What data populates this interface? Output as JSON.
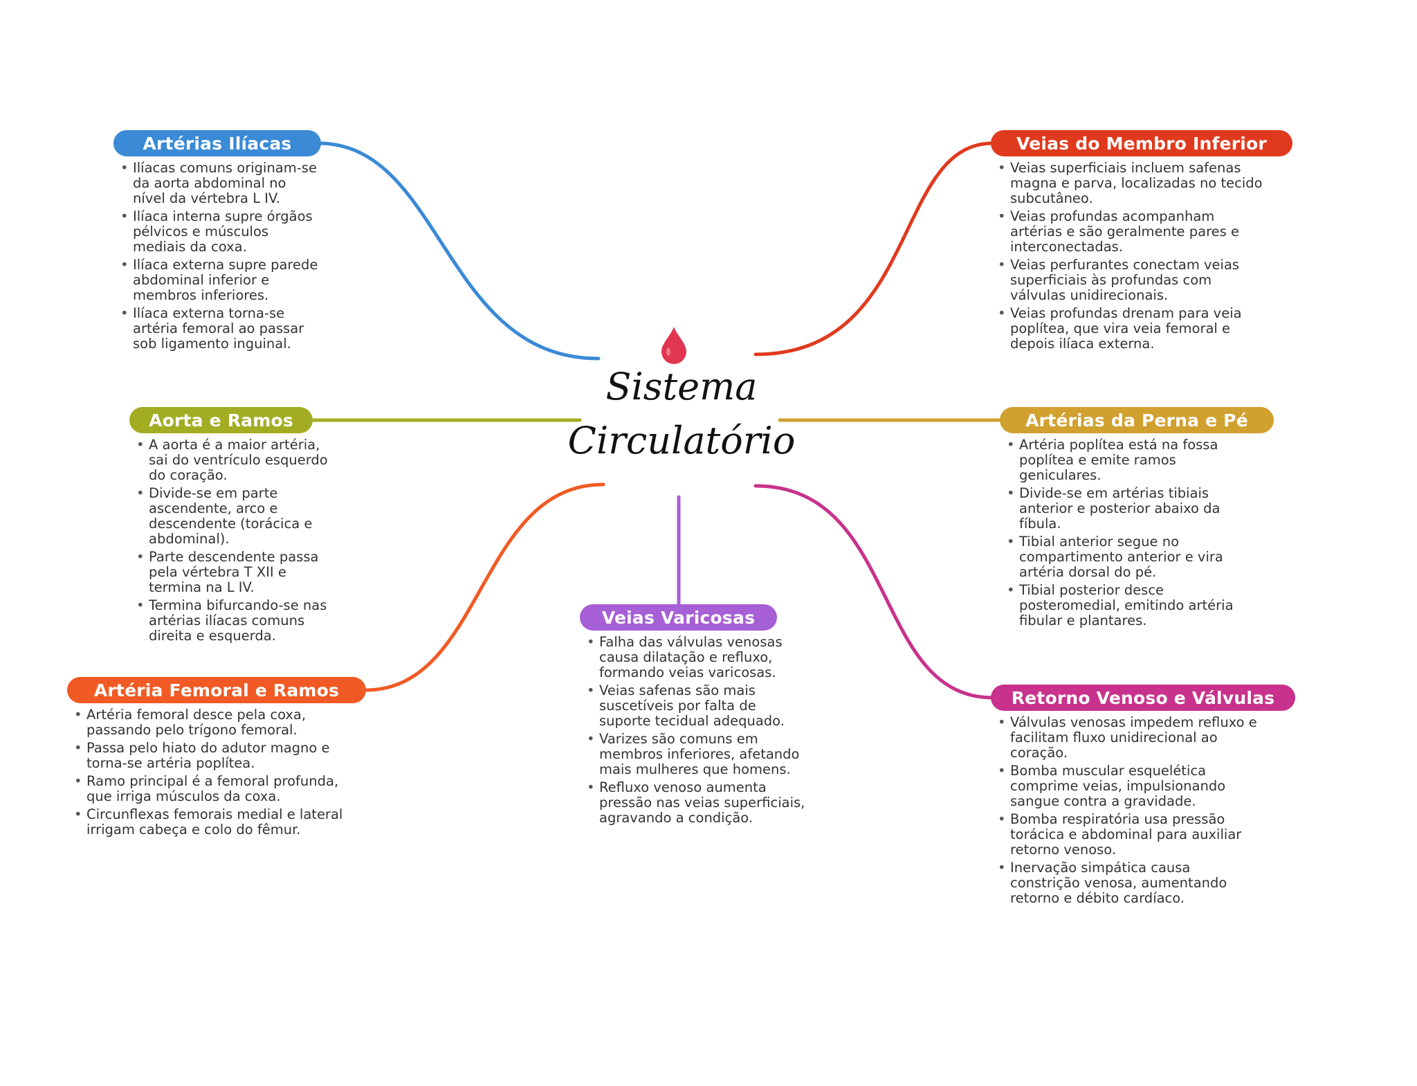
{
  "center": {
    "title_line1": "Sistema",
    "title_line2": "Circulatório",
    "icon": "blood-drop-icon",
    "icon_color": "#e0364f"
  },
  "branches": [
    {
      "id": "arterias-iliacas",
      "title": "Artérias Ilíacas",
      "color": "#3a8ad6",
      "items": [
        "Ilíacas comuns originam-se da aorta abdominal no nível da vértebra L IV.",
        "Ilíaca interna supre órgãos pélvicos e músculos mediais da coxa.",
        "Ilíaca externa supre parede abdominal inferior e membros inferiores.",
        "Ilíaca externa torna-se artéria femoral ao passar sob ligamento inguinal."
      ]
    },
    {
      "id": "aorta-e-ramos",
      "title": "Aorta e Ramos",
      "color": "#a3ad23",
      "items": [
        "A aorta é a maior artéria, sai do ventrículo esquerdo do coração.",
        "Divide-se em parte ascendente, arco e descendente (torácica e abdominal).",
        "Parte descendente passa pela vértebra T XII e termina na L IV.",
        "Termina bifurcando-se nas artérias ilíacas comuns direita e esquerda."
      ]
    },
    {
      "id": "arteria-femoral-e-ramos",
      "title": "Artéria Femoral e Ramos",
      "color": "#f15a24",
      "items": [
        "Artéria femoral desce pela coxa, passando pelo trígono femoral.",
        "Passa pelo hiato do adutor magno e torna-se artéria poplítea.",
        "Ramo principal é a femoral profunda, que irriga músculos da coxa.",
        "Circunflexas femorais medial e lateral irrigam cabeça e colo do fêmur."
      ]
    },
    {
      "id": "veias-varicosas",
      "title": "Veias Varicosas",
      "color": "#a65fd4",
      "items": [
        "Falha das válvulas venosas causa dilatação e refluxo, formando veias varicosas.",
        "Veias safenas são mais suscetíveis por falta de suporte tecidual adequado.",
        "Varizes são comuns em membros inferiores, afetando mais mulheres que homens.",
        "Refluxo venoso aumenta pressão nas veias superficiais, agravando a condição."
      ]
    },
    {
      "id": "veias-do-membro-inferior",
      "title": "Veias do Membro Inferior",
      "color": "#e03a1e",
      "items": [
        "Veias superficiais incluem safenas magna e parva, localizadas no tecido subcutâneo.",
        "Veias profundas acompanham artérias e são geralmente pares e interconectadas.",
        "Veias perfurantes conectam veias superficiais às profundas com válvulas unidirecionais.",
        "Veias profundas drenam para veia poplítea, que vira veia femoral e depois ilíaca externa."
      ]
    },
    {
      "id": "arterias-da-perna-e-pe",
      "title": "Artérias da Perna e Pé",
      "color": "#d1a130",
      "items": [
        "Artéria poplítea está na fossa poplítea e emite ramos geniculares.",
        "Divide-se em artérias tibiais anterior e posterior abaixo da fíbula.",
        "Tibial anterior segue no compartimento anterior e vira artéria dorsal do pé.",
        "Tibial posterior desce posteromedial, emitindo artéria fibular e plantares."
      ]
    },
    {
      "id": "retorno-venoso-e-valvulas",
      "title": "Retorno Venoso e Válvulas",
      "color": "#c8328c",
      "items": [
        "Válvulas venosas impedem refluxo e facilitam fluxo unidirecional ao coração.",
        "Bomba muscular esquelética comprime veias, impulsionando sangue contra a gravidade.",
        "Bomba respiratória usa pressão torácica e abdominal para auxiliar retorno venoso.",
        "Inervação simpática causa constrição venosa, aumentando retorno e débito cardíaco."
      ]
    }
  ]
}
